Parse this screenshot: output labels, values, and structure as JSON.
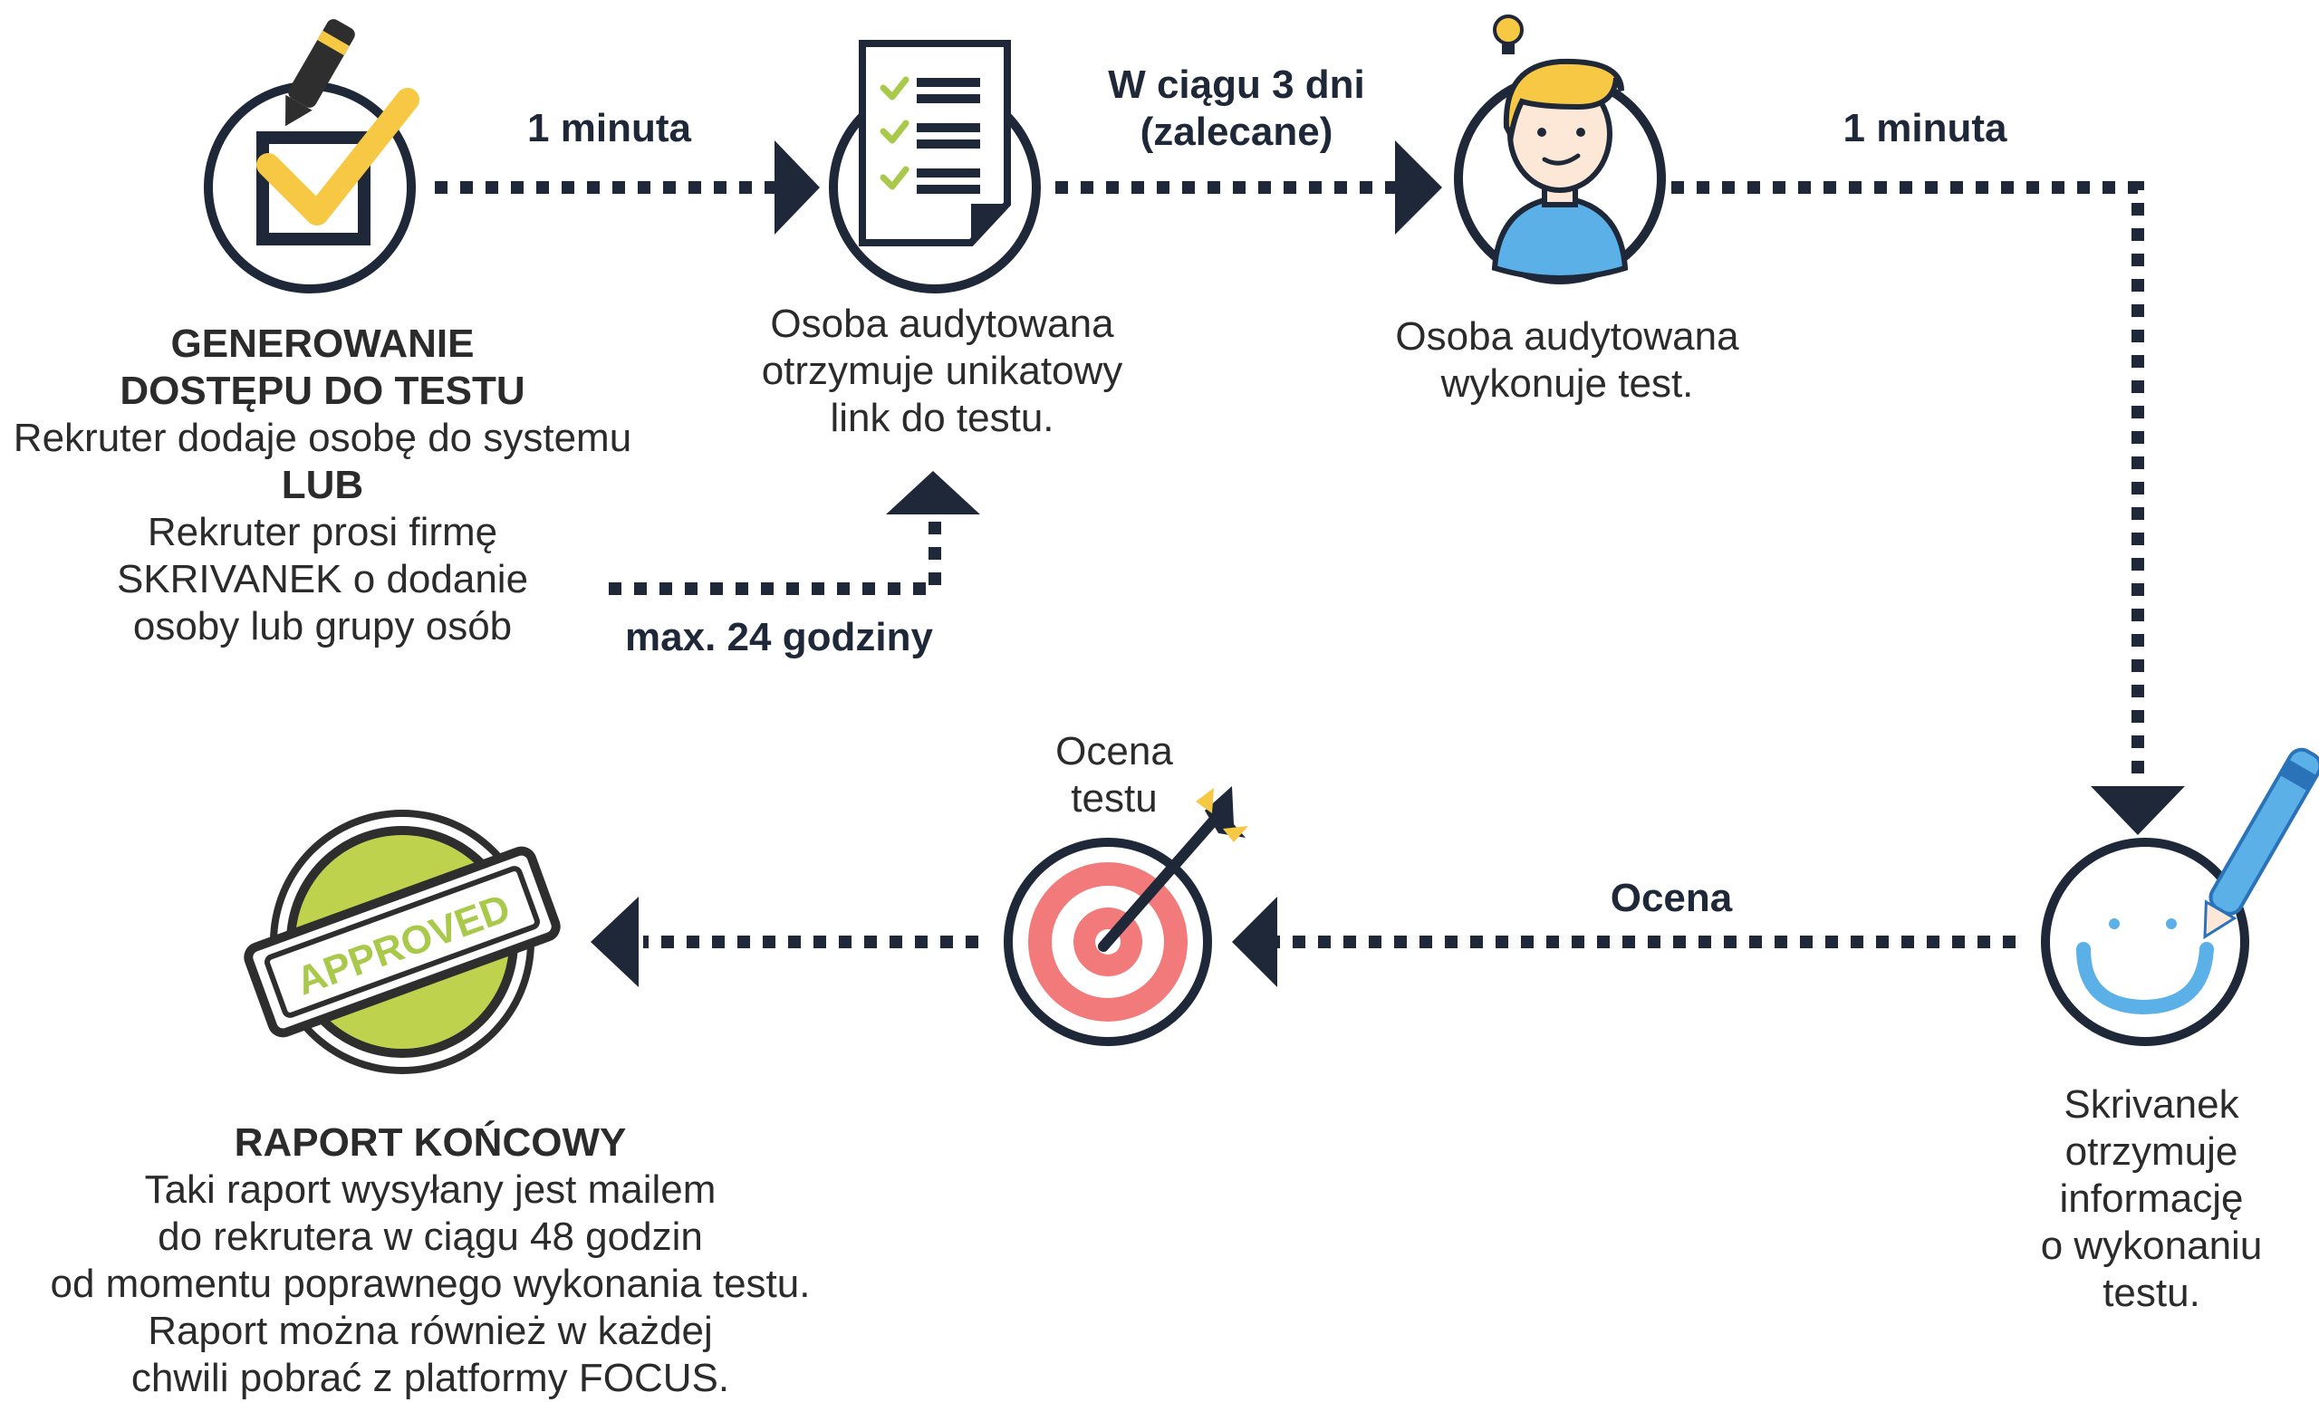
{
  "colors": {
    "navy": "#1f2838",
    "dark": "#2b2b2b",
    "yellow": "#f7c843",
    "green": "#a8c94a",
    "green_light": "#bfd24e",
    "blue": "#5bb0e8",
    "red": "#f27a7a",
    "skin": "#fde8d7"
  },
  "steps": {
    "generate": {
      "icon": "checkbox-pencil-icon",
      "title_lines": [
        "GENEROWANIE",
        "DOSTĘPU DO TESTU"
      ],
      "text1": "Rekruter dodaje osobę do systemu",
      "or": "LUB",
      "text2_lines": [
        "Rekruter prosi firmę",
        "SKRIVANEK o dodanie",
        "osoby lub grupy osób"
      ]
    },
    "link": {
      "icon": "document-checklist-icon",
      "lines": [
        "Osoba audytowana",
        "otrzymuje unikatowy",
        "link do testu."
      ]
    },
    "take_test": {
      "icon": "person-lightbulb-icon",
      "lines": [
        "Osoba audytowana",
        "wykonuje test."
      ]
    },
    "info": {
      "icon": "smiley-pen-icon",
      "lines": [
        "Skrivanek",
        "otrzymuje",
        "informację",
        "o wykonaniu",
        "testu."
      ]
    },
    "evaluate": {
      "icon": "target-arrow-icon",
      "lines": [
        "Ocena",
        "testu"
      ]
    },
    "report": {
      "icon": "approved-stamp-icon",
      "stamp_text": "APPROVED",
      "title": "RAPORT KOŃCOWY",
      "lines": [
        "Taki raport wysyłany jest mailem",
        "do rekrutera w ciągu 48 godzin",
        "od momentu poprawnego wykonania testu.",
        "Raport można również w każdej",
        "chwili pobrać z platformy FOCUS."
      ]
    }
  },
  "transitions": {
    "t1": "1 minuta",
    "t2_lines": [
      "W ciągu 3 dni",
      "(zalecane)"
    ],
    "t3": "1 minuta",
    "t4": "max. 24 godziny",
    "t5": "Ocena"
  }
}
